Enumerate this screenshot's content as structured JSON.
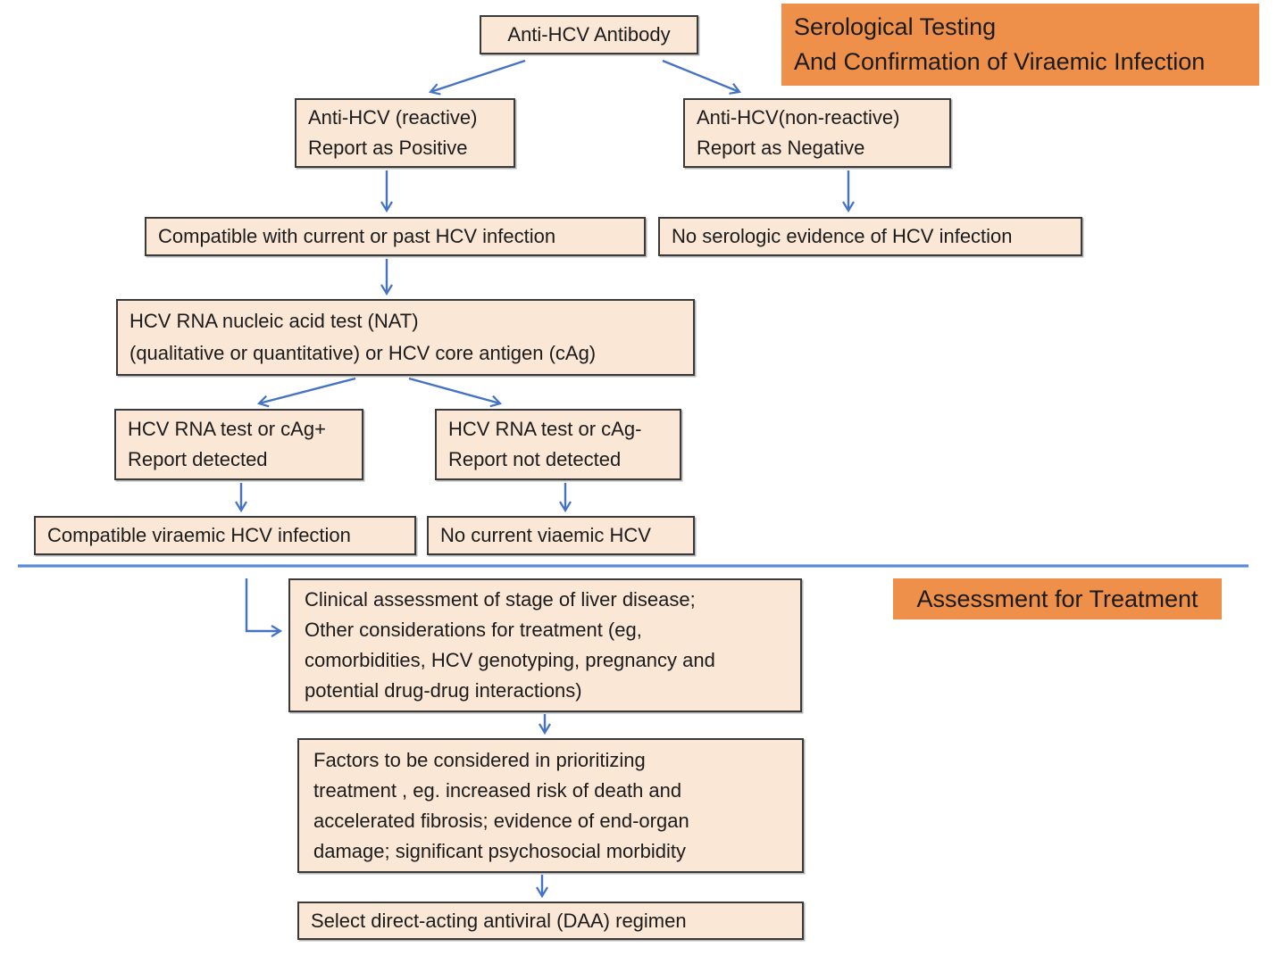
{
  "diagram": {
    "colors": {
      "box_fill": "#FBE7D6",
      "box_border": "#3a3a3a",
      "header_fill": "#EE8F4A",
      "arrow": "#4472C4",
      "divider": "#5B8BD5",
      "text": "#1b1b1b"
    },
    "section_headers": {
      "serological": {
        "lines": [
          "Serological Testing",
          "And Confirmation of Viraemic Infection"
        ]
      },
      "assessment": {
        "label": "Assessment for Treatment"
      }
    },
    "nodes": {
      "antibody": {
        "label": "Anti-HCV Antibody"
      },
      "reactive": {
        "lines": [
          "Anti-HCV (reactive)",
          "Report as Positive"
        ]
      },
      "nonreactive": {
        "lines": [
          "Anti-HCV(non-reactive)",
          "Report as Negative"
        ]
      },
      "compatible_past": {
        "label": "Compatible with current or past HCV infection"
      },
      "no_serologic": {
        "label": "No serologic evidence of HCV infection"
      },
      "nat": {
        "lines": [
          "HCV RNA nucleic acid test (NAT)",
          "(qualitative or quantitative) or HCV core antigen (cAg)"
        ]
      },
      "cag_positive": {
        "lines": [
          "HCV RNA test or cAg+",
          "Report detected"
        ]
      },
      "cag_negative": {
        "lines": [
          "HCV RNA test or cAg-",
          "Report not detected"
        ]
      },
      "viraemic": {
        "label": "Compatible viraemic HCV infection"
      },
      "no_current": {
        "label": "No current viaemic HCV"
      },
      "clinical": {
        "lines": [
          "Clinical assessment of stage of liver disease;",
          "Other considerations for treatment (eg,",
          "comorbidities, HCV genotyping, pregnancy and",
          "potential drug-drug interactions)"
        ]
      },
      "factors": {
        "lines": [
          "Factors to be considered in prioritizing",
          "treatment , eg. increased risk of death and",
          "accelerated fibrosis; evidence of end-organ",
          "damage; significant psychosocial morbidity"
        ]
      },
      "select_daa": {
        "label": "Select direct-acting antiviral (DAA) regimen"
      }
    },
    "edges": [
      {
        "from": "antibody",
        "to": "reactive"
      },
      {
        "from": "antibody",
        "to": "nonreactive"
      },
      {
        "from": "reactive",
        "to": "compatible_past"
      },
      {
        "from": "nonreactive",
        "to": "no_serologic"
      },
      {
        "from": "compatible_past",
        "to": "nat"
      },
      {
        "from": "nat",
        "to": "cag_positive"
      },
      {
        "from": "nat",
        "to": "cag_negative"
      },
      {
        "from": "cag_positive",
        "to": "viraemic"
      },
      {
        "from": "cag_negative",
        "to": "no_current"
      },
      {
        "from": "viraemic",
        "to": "clinical"
      },
      {
        "from": "clinical",
        "to": "factors"
      },
      {
        "from": "factors",
        "to": "select_daa"
      }
    ]
  }
}
